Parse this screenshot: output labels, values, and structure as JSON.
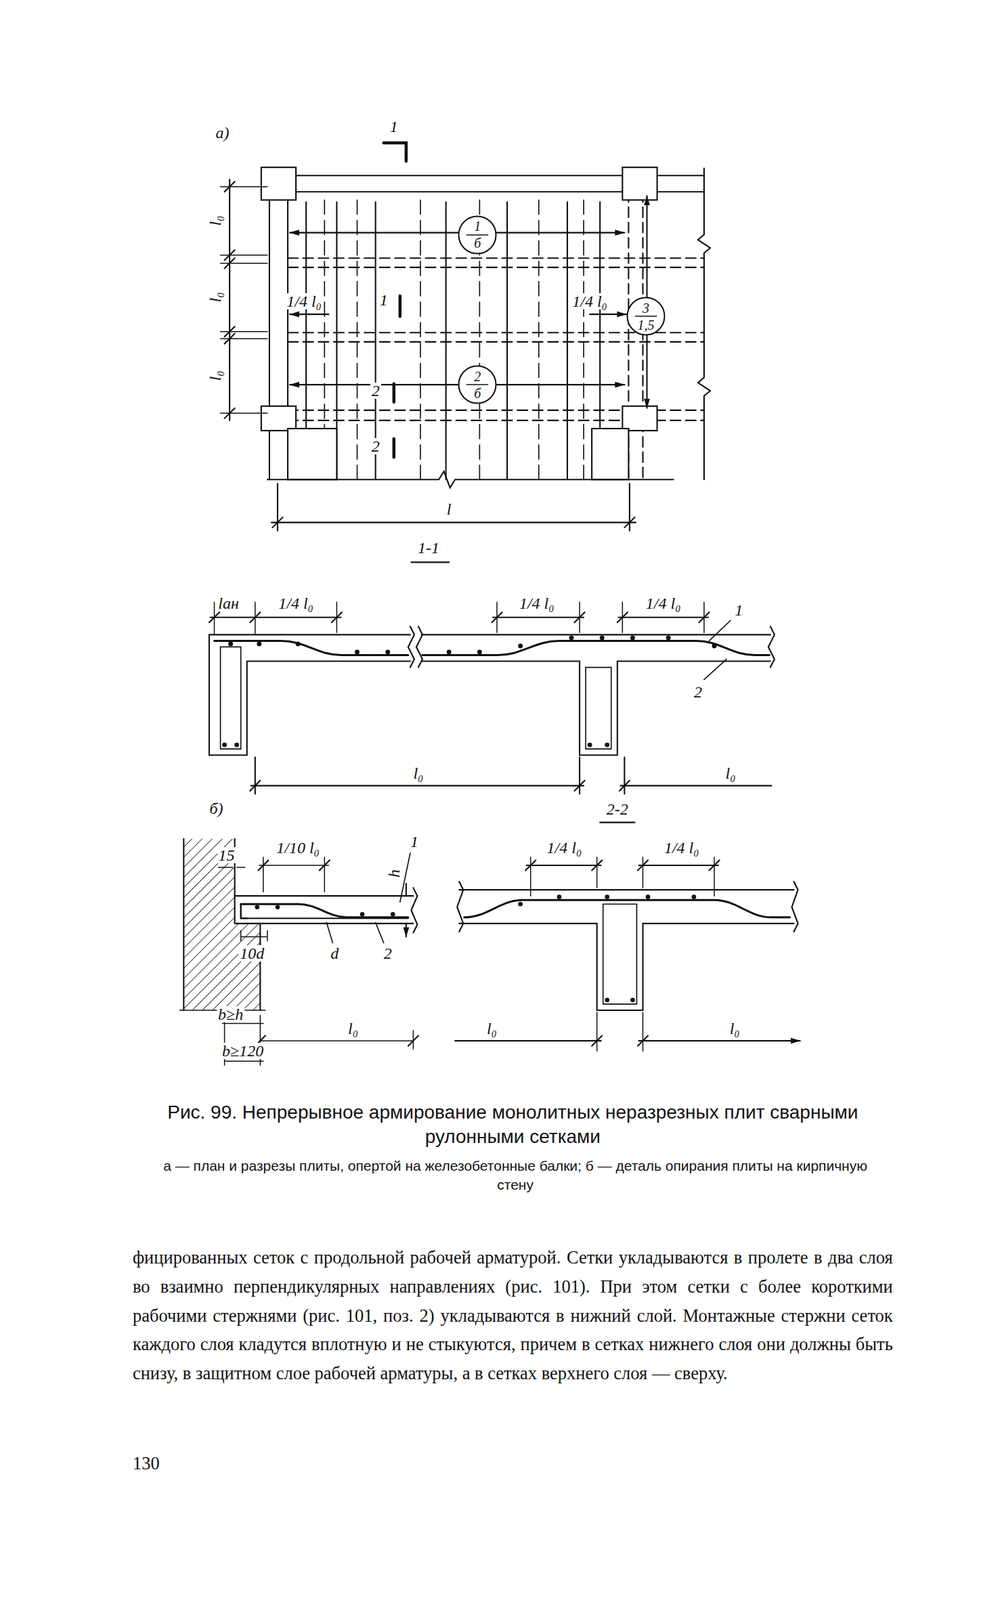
{
  "diagram": {
    "caption": "Рис. 99. Непрерывное армирование монолитных неразрезных плит сварными рулонными сетками",
    "nodes": [
      {
        "text": [
          "1",
          "б"
        ]
      },
      {
        "text": [
          "3",
          "1,5"
        ]
      },
      {
        "text": [
          "2",
          "б"
        ]
      }
    ],
    "labels": [
      "а)",
      "1",
      "l₀",
      "l₀",
      "l₀",
      "1/4 l₀",
      "1",
      "1/4 l₀",
      "2",
      "2",
      "l",
      "1-1",
      "lан",
      "1/4 l₀",
      "1/4 l₀",
      "1/4 l₀",
      "1",
      "2",
      "l₀",
      "l₀",
      "б)",
      "2-2",
      "15",
      "1/10 l₀",
      "h",
      "1",
      "1/4 l₀",
      "1/4 l₀",
      "10d",
      "d",
      "2",
      "b≥h",
      "l₀",
      "l₀",
      "l₀",
      "b≥120",
      "а — план и разрезы плиты, опертой на железобетонные балки; б — деталь опирания плиты на кирпичную стену",
      "фицированных сеток с продольной рабочей арматурой. Сетки укладываются в пролете в два слоя во взаимно перпендикулярных направлениях (рис. 101). При этом сетки с более короткими рабочими стержнями (рис. 101, поз. 2) укладываются в нижний слой. Монтажные стержни сеток каждого слоя кладутся вплотную и не стыкуются, причем в сетках нижнего слоя они должны быть снизу, в защитном слое рабочей арматуры, а в сетках верхнего слоя — сверху.",
      "130"
    ]
  }
}
